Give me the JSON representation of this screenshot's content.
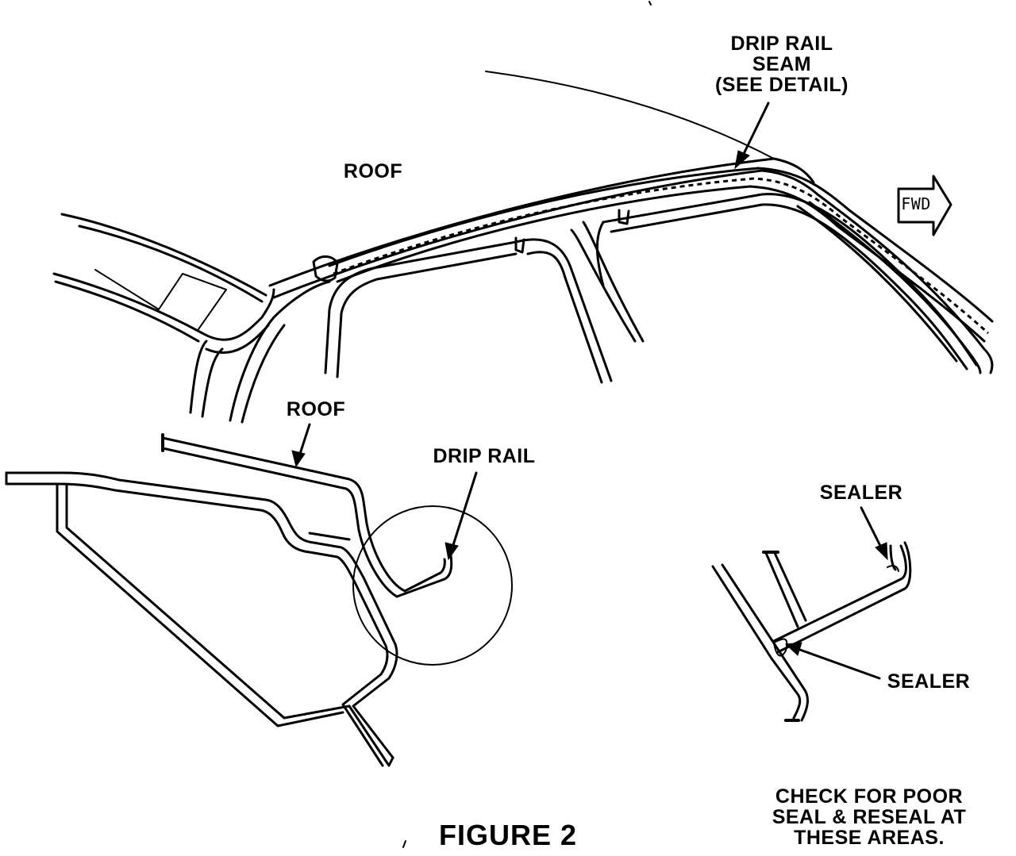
{
  "labels": {
    "drip_rail_seam": "DRIP RAIL\nSEAM\n(SEE DETAIL)",
    "roof_top": "ROOF",
    "fwd": "FWD",
    "roof_section": "ROOF",
    "drip_rail": "DRIP RAIL",
    "sealer_top": "SEALER",
    "sealer_bottom": "SEALER",
    "check_note": "CHECK FOR POOR\nSEAL & RESEAL AT\nTHESE AREAS.",
    "figure_title": "FIGURE 2"
  }
}
